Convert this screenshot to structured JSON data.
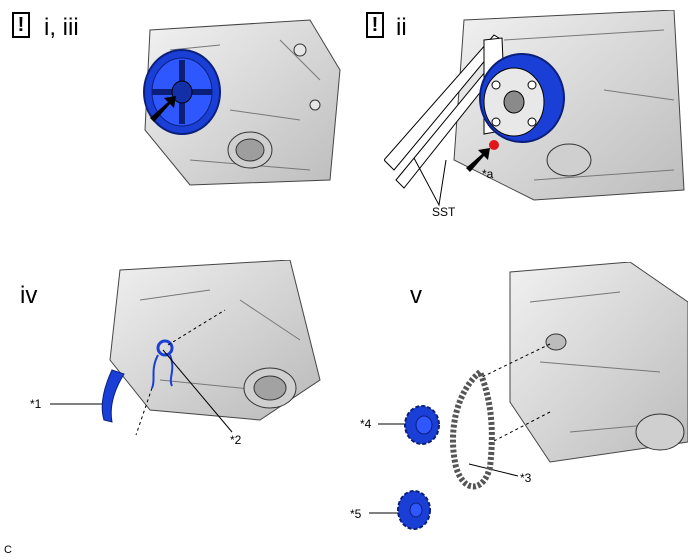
{
  "panels": [
    {
      "id": "p1",
      "warning": "!",
      "step": "i, iii"
    },
    {
      "id": "p2",
      "warning": "!",
      "step": "ii",
      "callouts": {
        "a": "*a",
        "sst": "SST"
      }
    },
    {
      "id": "p3",
      "step": "iv",
      "callouts": {
        "c1": "*1",
        "c2": "*2"
      }
    },
    {
      "id": "p4",
      "step": "v",
      "callouts": {
        "c3": "*3",
        "c4": "*4",
        "c5": "*5"
      }
    }
  ],
  "footer_code": "C",
  "colors": {
    "part_blue": "#1a3fd6",
    "mark_red": "#e0161b",
    "engine_gray": "#d6d6d6"
  }
}
